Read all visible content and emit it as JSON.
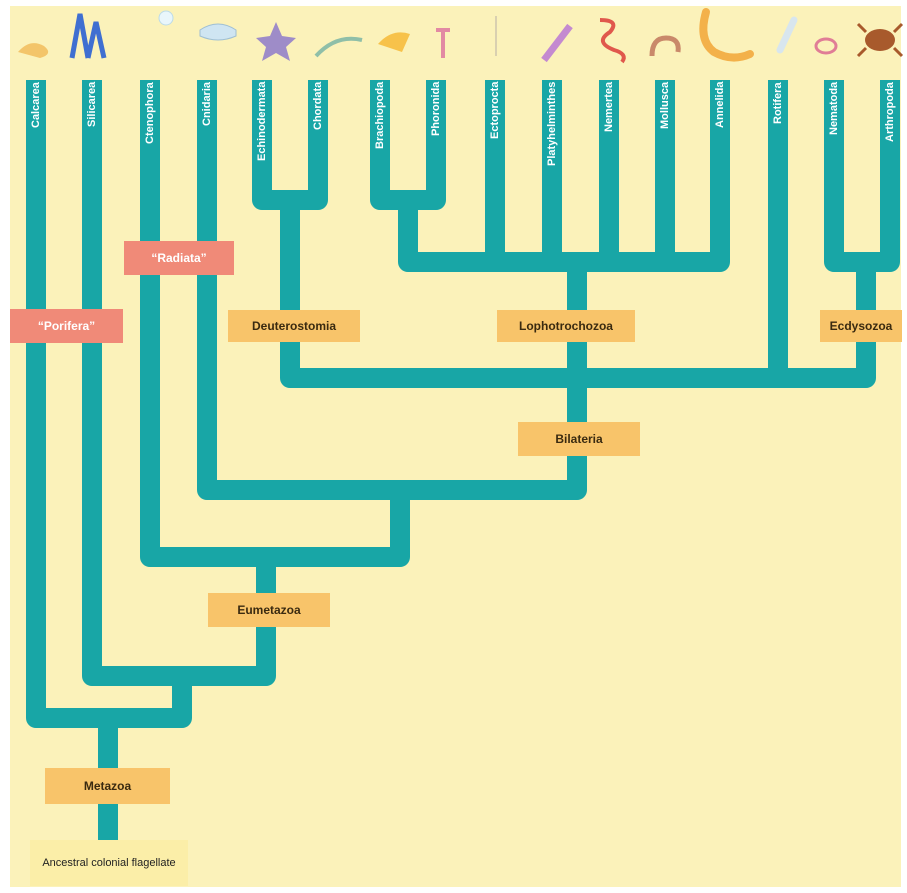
{
  "colors": {
    "background": "#fbf2ba",
    "branch": "#18a6a6",
    "group_pink": "#f08a78",
    "group_orange": "#f8c46a",
    "root_box": "#fbeea8"
  },
  "taxa": [
    "Calcarea",
    "Silicarea",
    "Ctenophora",
    "Cnidaria",
    "Echinodermata",
    "Chordata",
    "Brachiopoda",
    "Phoronida",
    "Ectoprocta",
    "Platyhelminthes",
    "Nemertea",
    "Mollusca",
    "Annelida",
    "Rotifera",
    "Nematoda",
    "Arthropoda"
  ],
  "animal_icons": [
    "sponge-icon",
    "blue-sponge-icon",
    "comb-jelly-icon",
    "jellyfish-icon",
    "sea-star-icon",
    "fish-icon",
    "lamp-shell-icon",
    "phoronid-icon",
    "bryozoan-icon",
    "flatworm-icon",
    "ribbon-worm-icon",
    "snail-icon",
    "earthworm-icon",
    "rotifer-icon",
    "roundworm-icon",
    "crab-icon"
  ],
  "groups": {
    "porifera": "“Porifera”",
    "radiata": "“Radiata”",
    "deuterostomia": "Deuterostomia",
    "lophotrochozoa": "Lophotrochozoa",
    "ecdysozoa": "Ecdysozoa",
    "bilateria": "Bilateria",
    "eumetazoa": "Eumetazoa",
    "metazoa": "Metazoa",
    "root": "Ancestral colonial flagellate"
  }
}
